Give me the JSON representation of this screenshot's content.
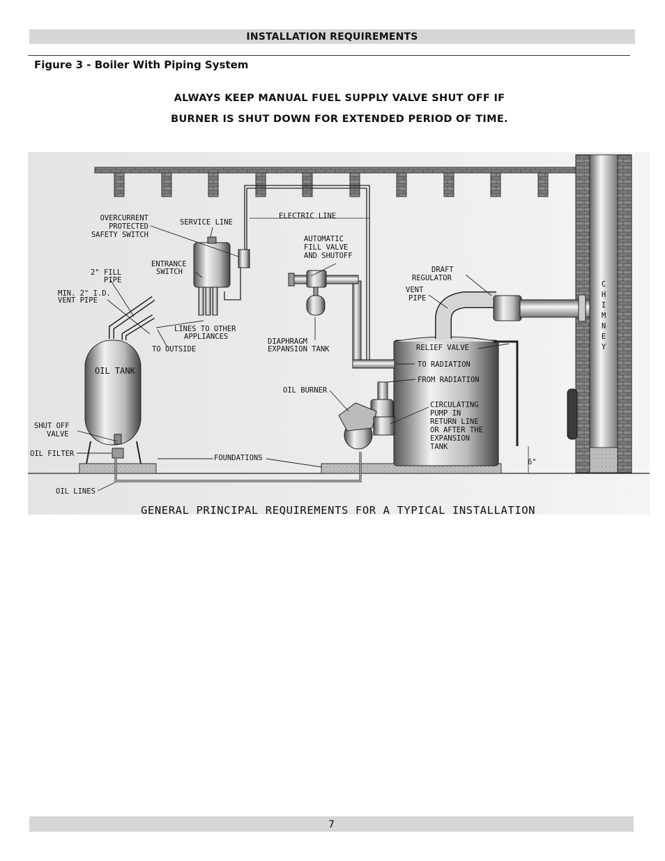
{
  "header": {
    "section_title": "INSTALLATION REQUIREMENTS"
  },
  "figure": {
    "title": "Figure 3 - Boiler With Piping System"
  },
  "warning": {
    "line1": "ALWAYS KEEP MANUAL FUEL SUPPLY VALVE SHUT OFF IF",
    "line2": "BURNER IS SHUT DOWN FOR EXTENDED PERIOD OF TIME."
  },
  "diagram": {
    "labels": {
      "overcurrent_1": "OVERCURRENT",
      "overcurrent_2": "PROTECTED",
      "overcurrent_3": "SAFETY SWITCH",
      "service_line": "SERVICE LINE",
      "electric_line": "ELECTRIC LINE",
      "entrance_1": "ENTRANCE",
      "entrance_2": "SWITCH",
      "fill_pipe_1": "2\" FILL",
      "fill_pipe_2": "PIPE",
      "vent_pipe_small_1": "MIN. 2\" I.D.",
      "vent_pipe_small_2": "VENT PIPE",
      "auto_fill_1": "AUTOMATIC",
      "auto_fill_2": "FILL VALVE",
      "auto_fill_3": "AND SHUTOFF",
      "draft_1": "DRAFT",
      "draft_2": "REGULATOR",
      "vent_1": "VENT",
      "vent_2": "PIPE",
      "chimney": [
        "C",
        "H",
        "I",
        "M",
        "N",
        "E",
        "Y"
      ],
      "lines_other_1": "LINES TO OTHER",
      "lines_other_2": "APPLIANCES",
      "to_outside": "TO OUTSIDE",
      "diaphragm_1": "DIAPHRAGM",
      "diaphragm_2": "EXPANSION TANK",
      "oil_tank": "OIL TANK",
      "relief_valve": "RELIEF VALVE",
      "to_radiation": "TO RADIATION",
      "from_radiation": "FROM RADIATION",
      "oil_burner": "OIL BURNER",
      "circ_1": "CIRCULATING",
      "circ_2": "PUMP IN",
      "circ_3": "RETURN LINE",
      "circ_4": "OR AFTER THE",
      "circ_5": "EXPANSION",
      "circ_6": "TANK",
      "shut_off_1": "SHUT OFF",
      "shut_off_2": "VALVE",
      "oil_filter": "OIL FILTER",
      "foundations": "FOUNDATIONS",
      "six_inch": "6\"",
      "oil_lines": "OIL LINES"
    },
    "caption": "GENERAL PRINCIPAL REQUIREMENTS FOR A TYPICAL INSTALLATION"
  },
  "footer": {
    "page_number": "7"
  }
}
